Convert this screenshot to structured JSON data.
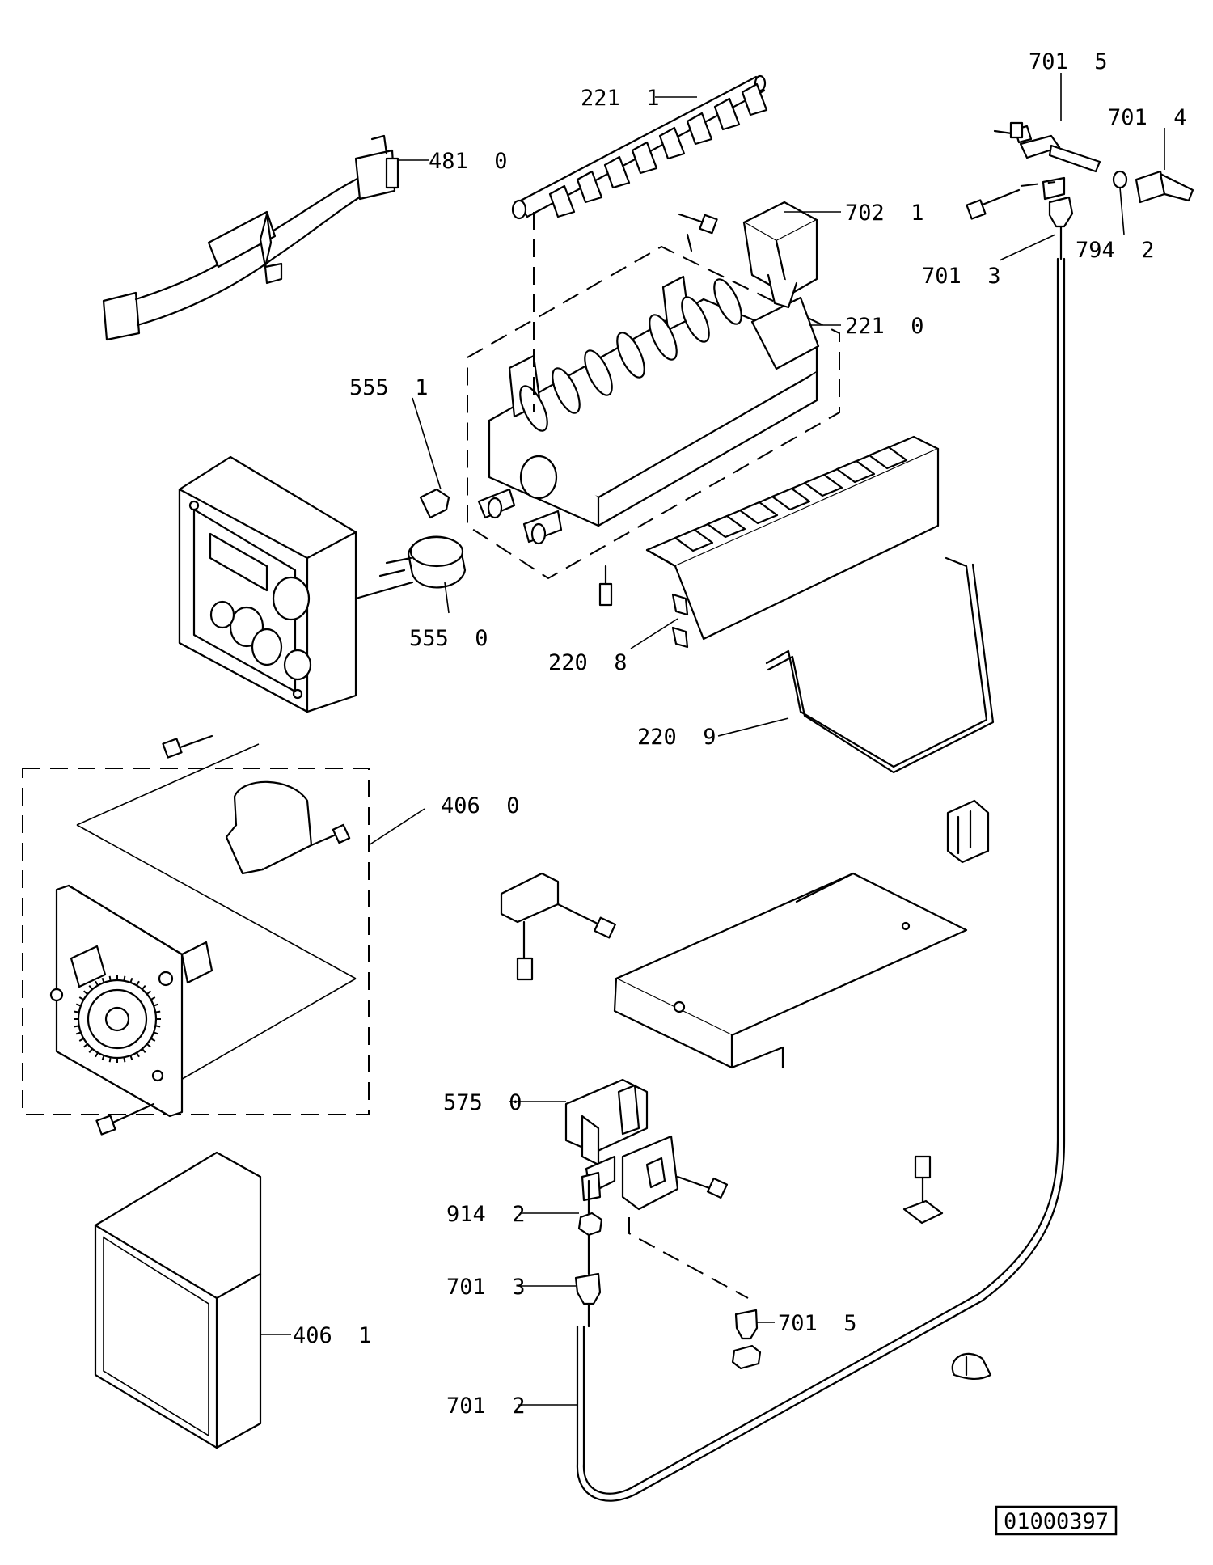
{
  "callouts": [
    {
      "id": "c-481-0",
      "text": "481  0"
    },
    {
      "id": "c-221-1",
      "text": "221  1"
    },
    {
      "id": "c-702-1",
      "text": "702  1"
    },
    {
      "id": "c-221-0",
      "text": "221  0"
    },
    {
      "id": "c-701-5-top",
      "text": "701  5"
    },
    {
      "id": "c-701-4",
      "text": "701  4"
    },
    {
      "id": "c-794-2",
      "text": "794  2"
    },
    {
      "id": "c-701-3-top",
      "text": "701  3"
    },
    {
      "id": "c-555-1",
      "text": "555  1"
    },
    {
      "id": "c-555-0",
      "text": "555  0"
    },
    {
      "id": "c-220-8",
      "text": "220  8"
    },
    {
      "id": "c-220-9",
      "text": "220  9"
    },
    {
      "id": "c-406-0",
      "text": "406  0"
    },
    {
      "id": "c-575-0",
      "text": "575  0"
    },
    {
      "id": "c-914-2",
      "text": "914  2"
    },
    {
      "id": "c-701-3-bottom",
      "text": "701  3"
    },
    {
      "id": "c-701-5-bottom",
      "text": "701  5"
    },
    {
      "id": "c-406-1",
      "text": "406  1"
    },
    {
      "id": "c-701-2",
      "text": "701  2"
    }
  ],
  "drawing_number": "01000397"
}
